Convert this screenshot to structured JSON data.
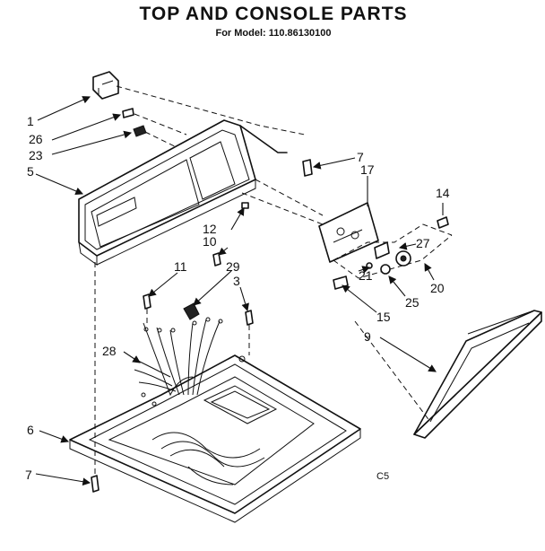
{
  "header": {
    "title": "TOP AND CONSOLE PARTS",
    "subtitle": "For Model: 110.86130100"
  },
  "callouts": [
    "1",
    "26",
    "23",
    "5",
    "7",
    "17",
    "14",
    "12",
    "10",
    "27",
    "11",
    "29",
    "21",
    "3",
    "25",
    "20",
    "15",
    "9",
    "28",
    "6",
    "7",
    "C5"
  ]
}
